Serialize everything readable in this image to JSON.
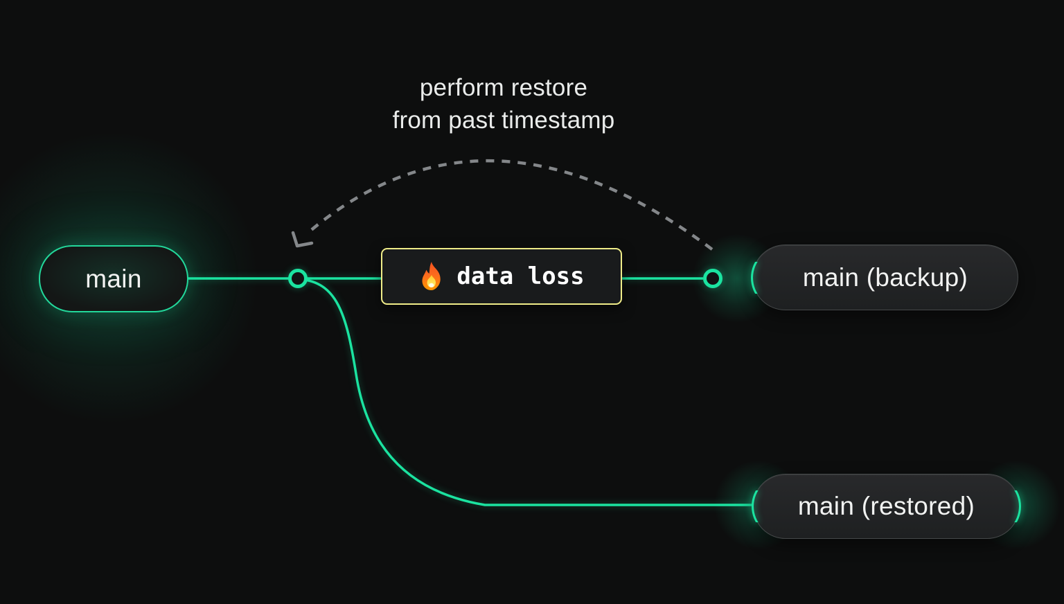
{
  "caption": {
    "line1": "perform restore",
    "line2": "from past timestamp"
  },
  "nodes": {
    "main": {
      "label": "main"
    },
    "backup": {
      "label": "main (backup)"
    },
    "restored": {
      "label": "main (restored)"
    }
  },
  "event": {
    "label": "data loss",
    "icon": "fire-icon"
  },
  "colors": {
    "background": "#0d0e0e",
    "branch_green": "#1be3a0",
    "warning_yellow": "#f0ed89",
    "dashed_gray": "#84878a",
    "pill_border_gray": "#454849",
    "pill_background": "#232526",
    "text_primary": "#f2f3f2"
  }
}
